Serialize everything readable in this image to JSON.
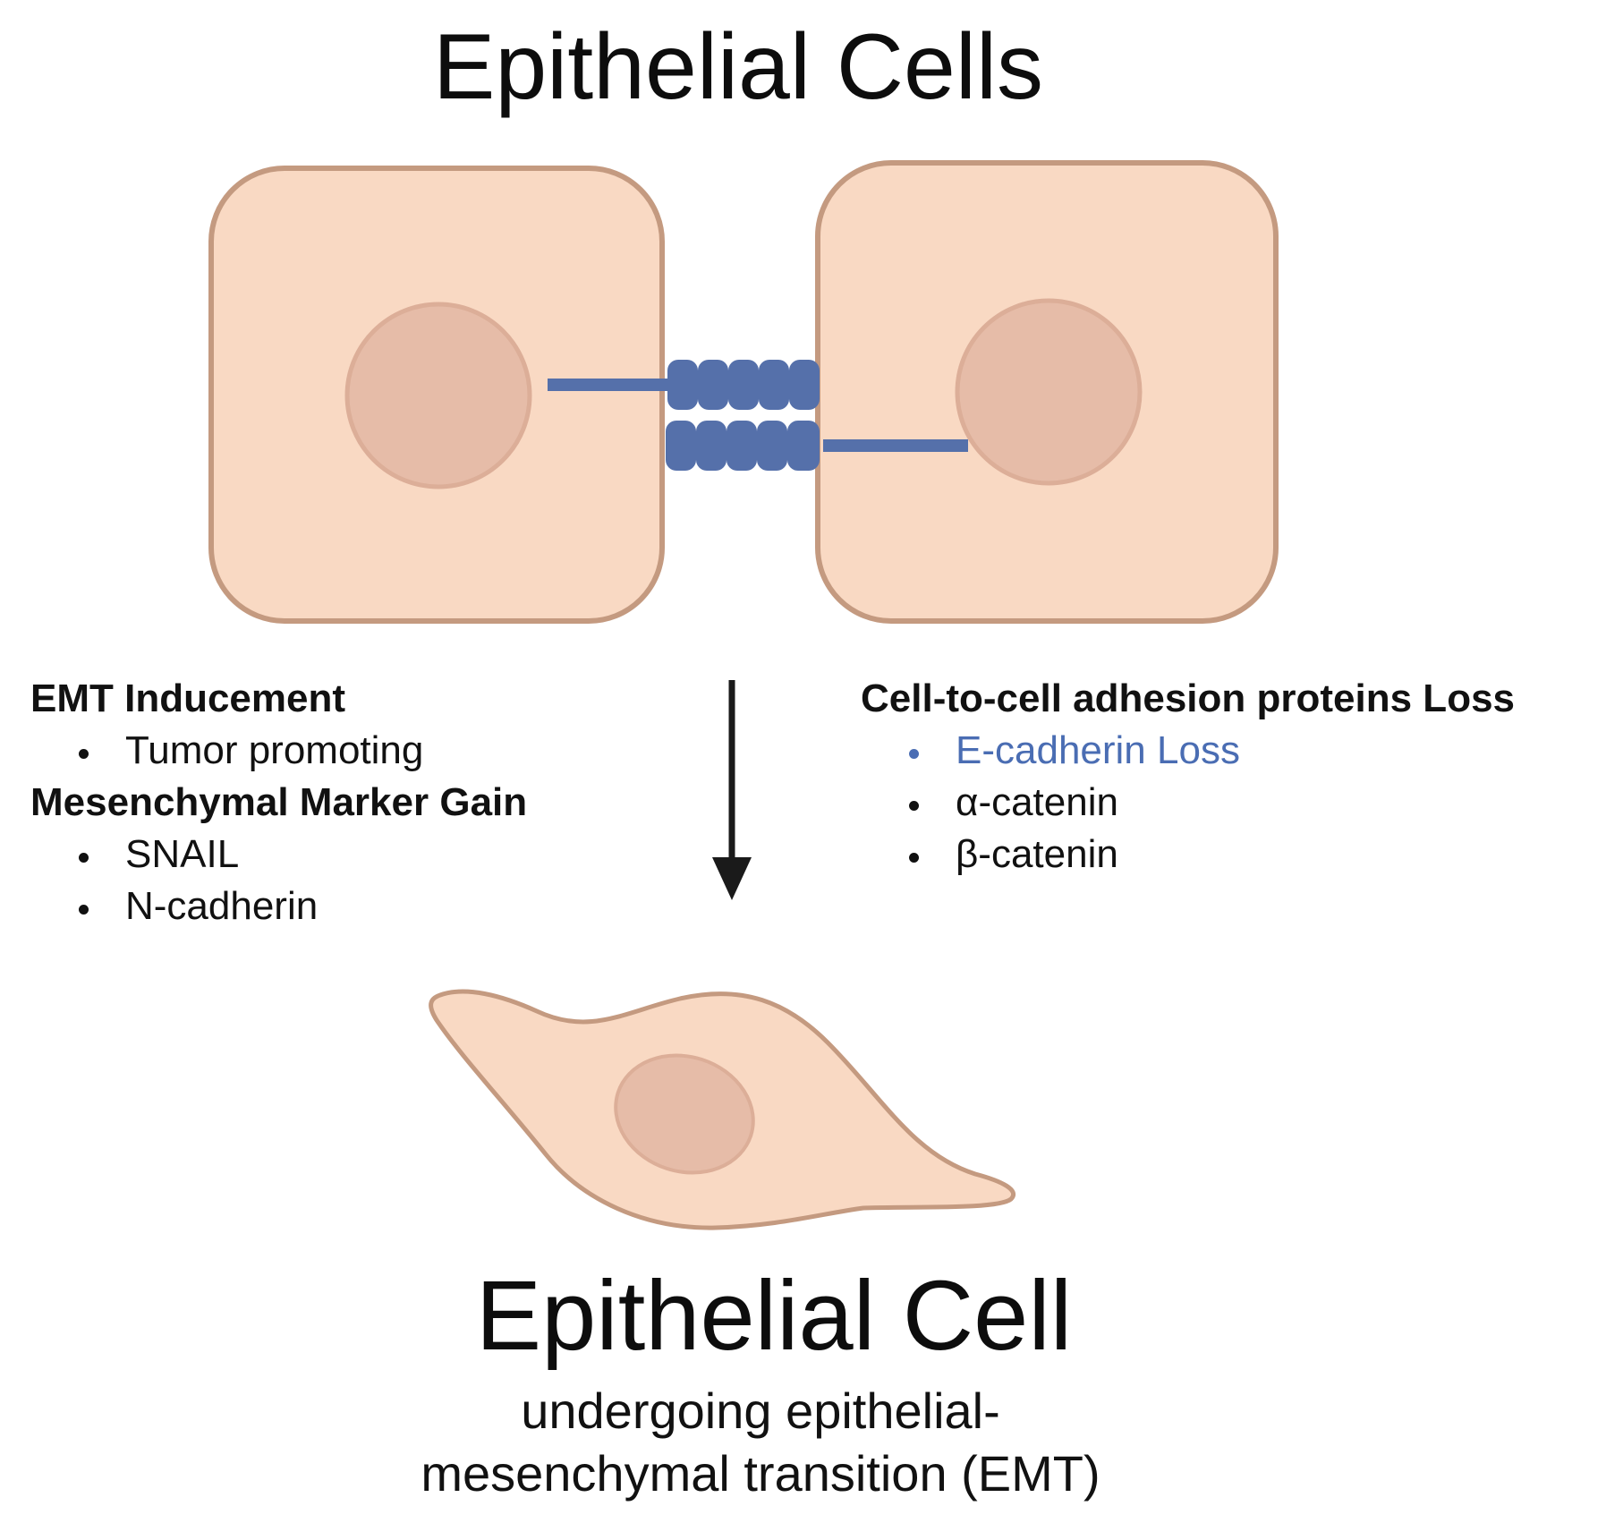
{
  "title_top": "Epithelial Cells",
  "left_panel": {
    "heading1": "EMT Inducement",
    "items1": [
      "Tumor promoting"
    ],
    "heading2": "Mesenchymal Marker Gain",
    "items2": [
      "SNAIL",
      "N-cadherin"
    ]
  },
  "right_panel": {
    "heading": "Cell-to-cell adhesion proteins Loss",
    "items": [
      "E-cadherin Loss",
      "α-catenin",
      "β-catenin"
    ],
    "highlight_color": "#4a6db3"
  },
  "title_bottom": "Epithelial Cell",
  "subtitle_line1": "undergoing epithelial-",
  "subtitle_line2": "mesenchymal transition (EMT)",
  "colors": {
    "cell_fill": "#f9d9c3",
    "cell_outline": "#c49a80",
    "nucleus_fill": "#e6bca8",
    "adhesion": "#5570aa",
    "arrow": "#1a1a1a"
  }
}
